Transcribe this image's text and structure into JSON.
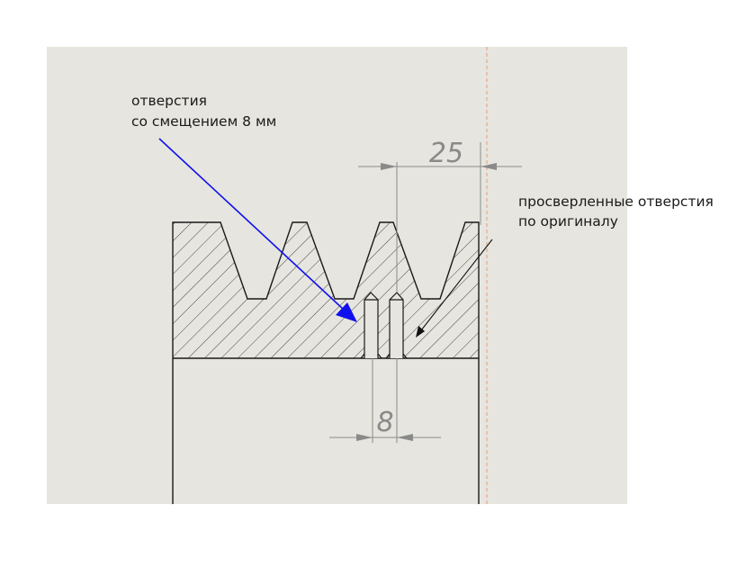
{
  "colors": {
    "page_background": "#ffffff",
    "canvas_background": "#e6e5df",
    "outline": "#1a1a1a",
    "hatch": "#333333",
    "dimension": "#8a8a8a",
    "centerline": "#e8a070",
    "blue_arrow": "#1010ee",
    "black_arrow": "#111111"
  },
  "annotations": {
    "offset_holes_line1": "отверстия",
    "offset_holes_line2": "со смещением 8 мм",
    "original_holes_line1": "просверленные отверстия",
    "original_holes_line2": "по оригиналу"
  },
  "dimensions": {
    "top": "25",
    "bottom": "8"
  }
}
